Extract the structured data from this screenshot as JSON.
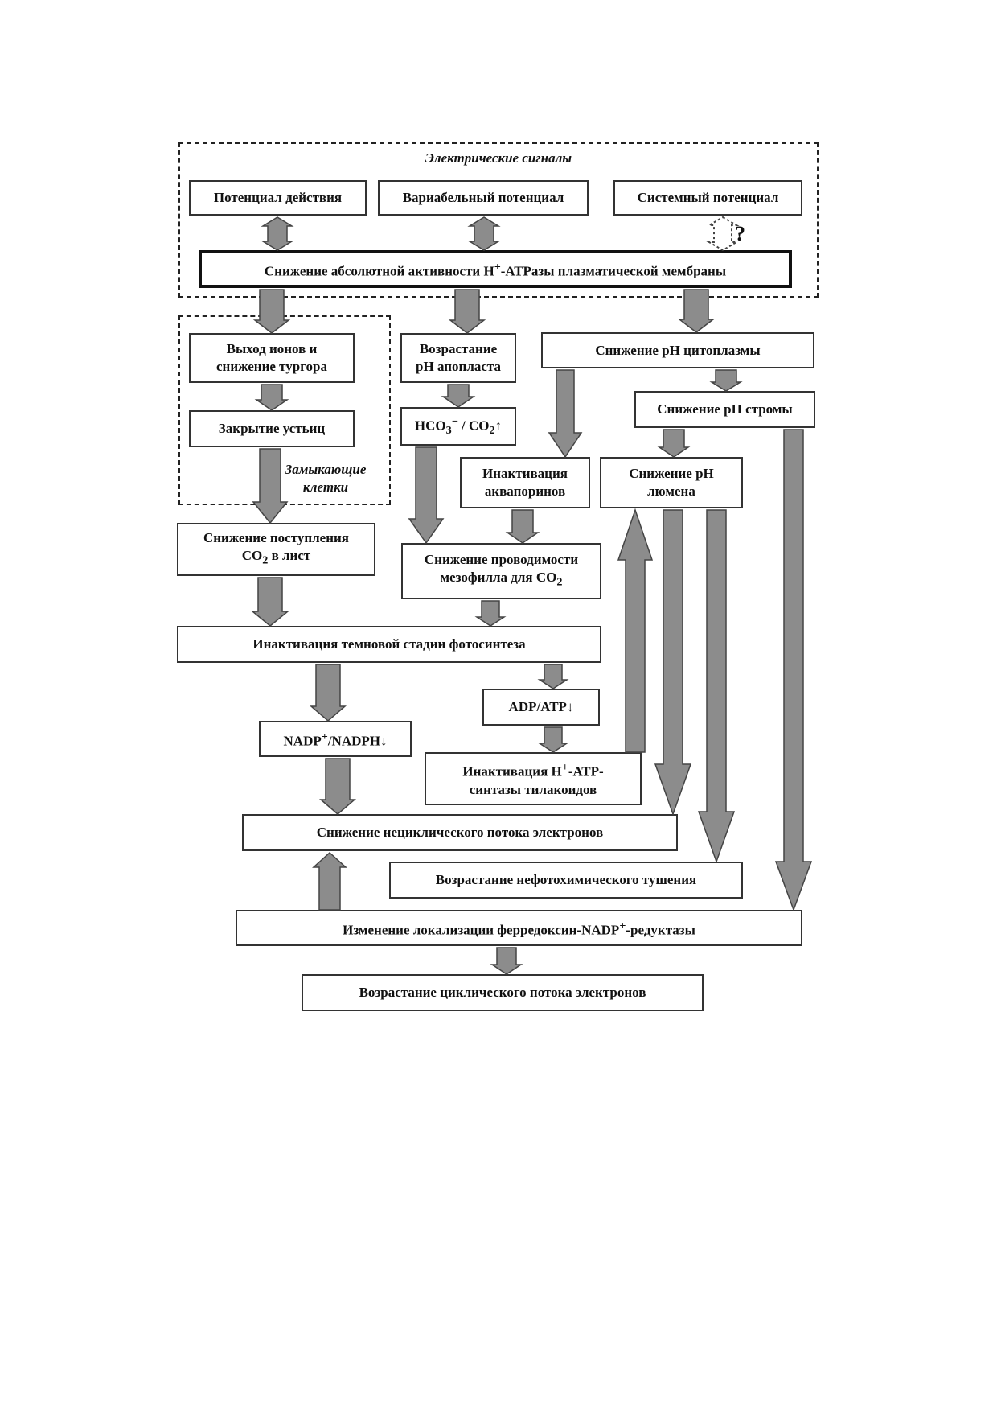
{
  "groups": {
    "electric_label": "Электрические сигналы",
    "guard_label": "Замыкающие клетки"
  },
  "nodes": {
    "action_potential": "Потенциал действия",
    "variation_potential": "Вариабельный потенциал",
    "system_potential": "Системный потенциал",
    "question": "?",
    "hatpase": {
      "pre": "Снижение абсолютной активности Н",
      "sup": "+",
      "post": "-АТРазы плазматической мембраны"
    },
    "ion_efflux": {
      "line1": "Выход ионов и",
      "line2": "снижение тургора"
    },
    "stomata": "Закрытие устьиц",
    "apoplast_ph": {
      "line1": "Возрастание",
      "line2": "рН апопласта"
    },
    "hco3": {
      "a": "HCO",
      "sub": "3",
      "sup": "−",
      "b": " / CO",
      "sub2": "2",
      "c": "↑"
    },
    "cytoplasm_ph": "Снижение рН цитоплазмы",
    "stroma_ph": "Снижение рН стромы",
    "aquaporins": {
      "line1": "Инактивация",
      "line2": "аквапоринов"
    },
    "lumen_ph": {
      "line1": "Снижение рН",
      "line2": "люмена"
    },
    "co2_uptake": {
      "line1": "Снижение поступления",
      "line2a": "CO",
      "sub": "2",
      "line2b": " в лист"
    },
    "mesophyll": {
      "line1": "Снижение проводимости",
      "line2a": "мезофилла для CO",
      "sub": "2"
    },
    "dark_stage": "Инактивация темновой стадии фотосинтеза",
    "adp_atp": "ADP/ATP↓",
    "nadp": {
      "a": "NADP",
      "sup": "+",
      "b": "/NADPH↓"
    },
    "atp_synthase": {
      "line1a": "Инактивация Н",
      "sup": "+",
      "line1b": "-АТР-",
      "line2": "синтазы тилакоидов"
    },
    "noncyclic": "Снижение нециклического потока электронов",
    "npq": "Возрастание нефотохимического тушения",
    "fnr": {
      "pre": "Изменение локализации ферредоксин-NADP",
      "sup": "+",
      "post": "-редуктазы"
    },
    "cyclic": "Возрастание циклического потока электронов"
  },
  "colors": {
    "arrow_fill": "#8c8c8c",
    "arrow_stroke": "#444444"
  }
}
